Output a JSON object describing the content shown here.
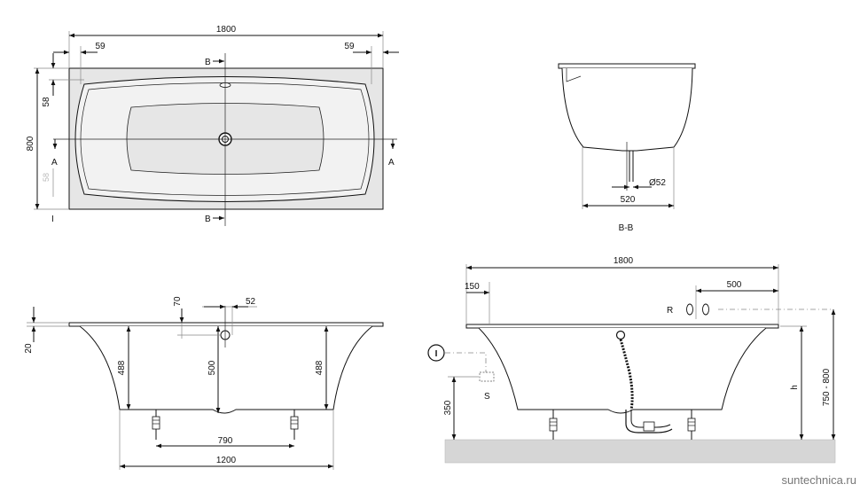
{
  "top_view": {
    "dim_length": "1800",
    "dim_edge_left": "59",
    "dim_edge_right": "59",
    "dim_58": "58",
    "dim_58b": "58",
    "dim_width": "800",
    "section_a_left": "A",
    "section_a_right": "A",
    "section_b_top": "B",
    "section_b_bottom": "B",
    "mark_i": "I"
  },
  "section_bb": {
    "dim_drain": "Ø52",
    "dim_base": "520",
    "caption": "B-B"
  },
  "side_view_left": {
    "dim_rim": "20",
    "dim_70": "70",
    "dim_52": "52",
    "dim_488_left": "488",
    "dim_500": "500",
    "dim_488_right": "488",
    "dim_790": "790",
    "dim_1200": "1200"
  },
  "side_view_right": {
    "dim_length": "1800",
    "dim_150": "150",
    "dim_500": "500",
    "label_r": "R",
    "label_i": "I",
    "label_s": "S",
    "dim_350": "350",
    "label_h": "h",
    "dim_height": "750 - 800"
  },
  "watermark": "suntechnica.ru"
}
